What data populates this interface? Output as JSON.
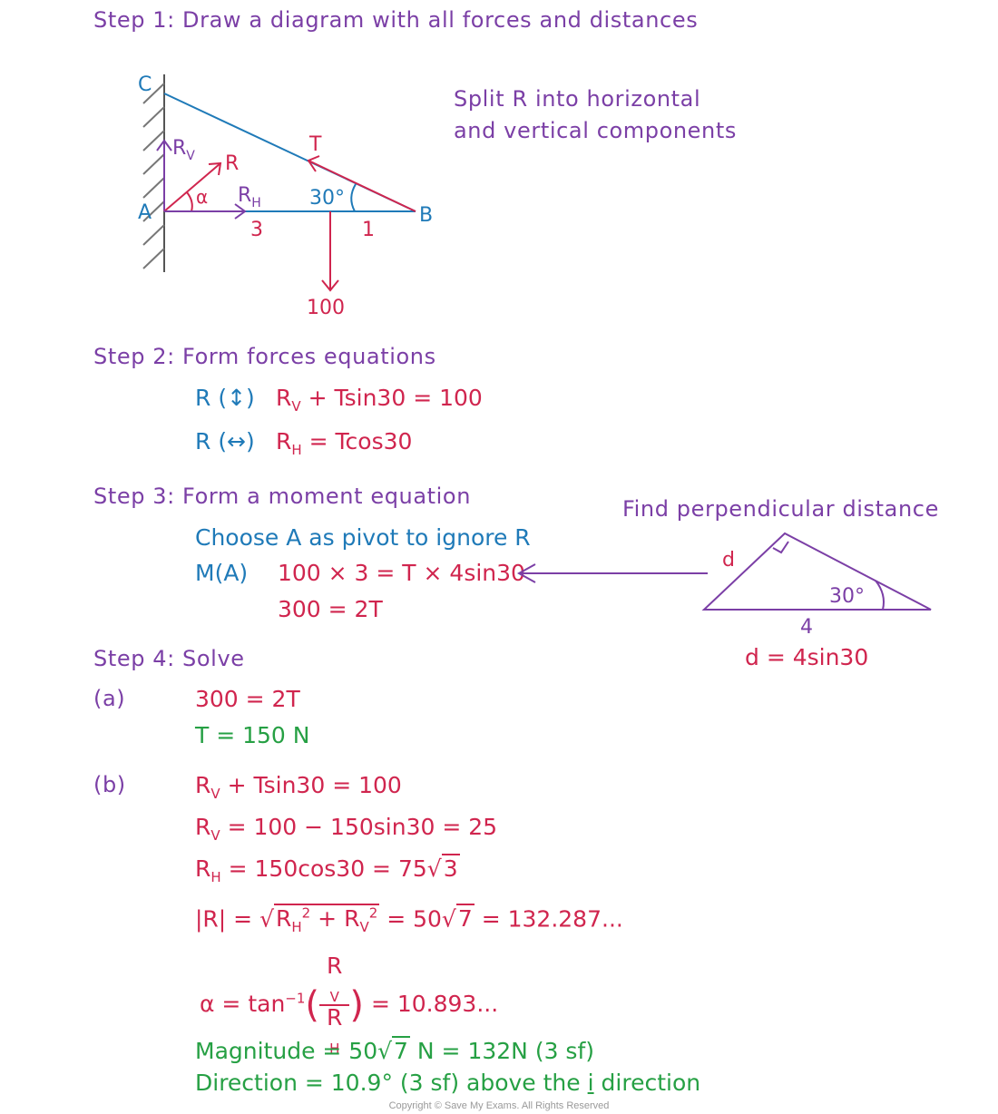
{
  "colors": {
    "purple": "#7b3fa6",
    "red": "#d0254e",
    "blue": "#1f7ab8",
    "green": "#26a044"
  },
  "step1": {
    "title": "Step 1: Draw a diagram with all forces and distances"
  },
  "diagram": {
    "label_c": "C",
    "label_a": "A",
    "label_b": "B",
    "label_rv": "R",
    "label_rv_sub": "V",
    "label_r": "R",
    "label_rh": "R",
    "label_rh_sub": "H",
    "label_alpha": "α",
    "label_t": "T",
    "label_angle": "30°",
    "label_3": "3",
    "label_1": "1",
    "label_100": "100",
    "note_line1": "Split R into horizontal",
    "note_line2": "and vertical components"
  },
  "step2": {
    "title": "Step 2: Form forces equations",
    "eq1_label": "R (↕)",
    "eq1_r": "R",
    "eq1_sub": "V",
    "eq1_rest": "+ Tsin30 = 100",
    "eq2_label": "R (↔)",
    "eq2_r": "R",
    "eq2_sub": "H",
    "eq2_rest": "= Tcos30"
  },
  "step3": {
    "title": "Step 3: Form a moment equation",
    "choose": "Choose A as pivot to ignore R",
    "ma_label": "M(A)",
    "ma_eq": "100 × 3 = T × 4sin30",
    "ma_eq2": "300 = 2T",
    "perp_title": "Find perpendicular distance",
    "tri_d": "d",
    "tri_angle": "30°",
    "tri_4": "4",
    "tri_eq": "d = 4sin30"
  },
  "step4": {
    "title": "Step 4: Solve",
    "a_label": "(a)",
    "a_eq1": "300 = 2T",
    "a_eq2": "T = 150 N",
    "b_label": "(b)",
    "b_eq1_r": "R",
    "b_eq1_sub": "V",
    "b_eq1_rest": "+ Tsin30 = 100",
    "b_eq2_r": "R",
    "b_eq2_sub": "V",
    "b_eq2_rest": "= 100 − 150sin30 = 25",
    "b_eq3_r": "R",
    "b_eq3_sub": "H",
    "b_eq3_rest": "= 150cos30 = 75",
    "b_eq3_root": "3",
    "b_eq4_lhs": "|R| =",
    "b_eq4_mid": "= 50",
    "b_eq4_root": "7",
    "b_eq4_rest": "= 132.287...",
    "b_eq5_lhs": "α = tan",
    "b_eq5_sup": "−1",
    "b_eq5_rest": "= 10.893...",
    "mag_pre": "Magnitude = 50",
    "mag_root": "7",
    "mag_post": "N = 132N (3 sf)",
    "dir_pre": "Direction = 10.9° (3 sf) above the",
    "dir_i": "i",
    "dir_post": "direction"
  },
  "copyright": "Copyright © Save My Exams. All Rights Reserved"
}
